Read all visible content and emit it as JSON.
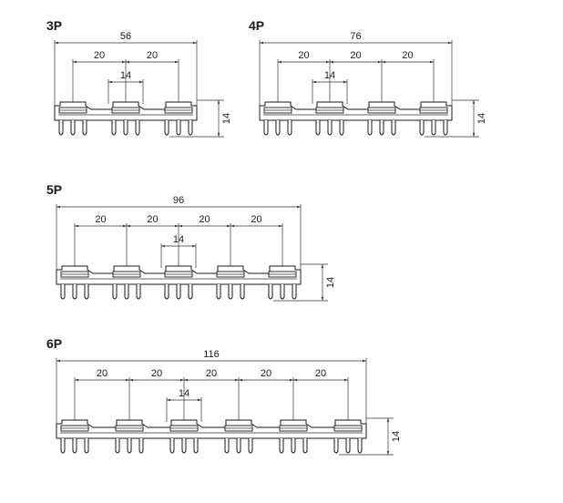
{
  "diagrams": [
    {
      "label": "3P",
      "poles": 3,
      "overall": "56",
      "pitch": "20",
      "terminal_width": "14",
      "height": "14"
    },
    {
      "label": "4P",
      "poles": 4,
      "overall": "76",
      "pitch": "20",
      "terminal_width": "14",
      "height": "14"
    },
    {
      "label": "5P",
      "poles": 5,
      "overall": "96",
      "pitch": "20",
      "terminal_width": "14",
      "height": "14"
    },
    {
      "label": "6P",
      "poles": 6,
      "overall": "116",
      "pitch": "20",
      "terminal_width": "14",
      "height": "14"
    }
  ],
  "colors": {
    "line": "#1a1a1a",
    "background": "#ffffff"
  }
}
